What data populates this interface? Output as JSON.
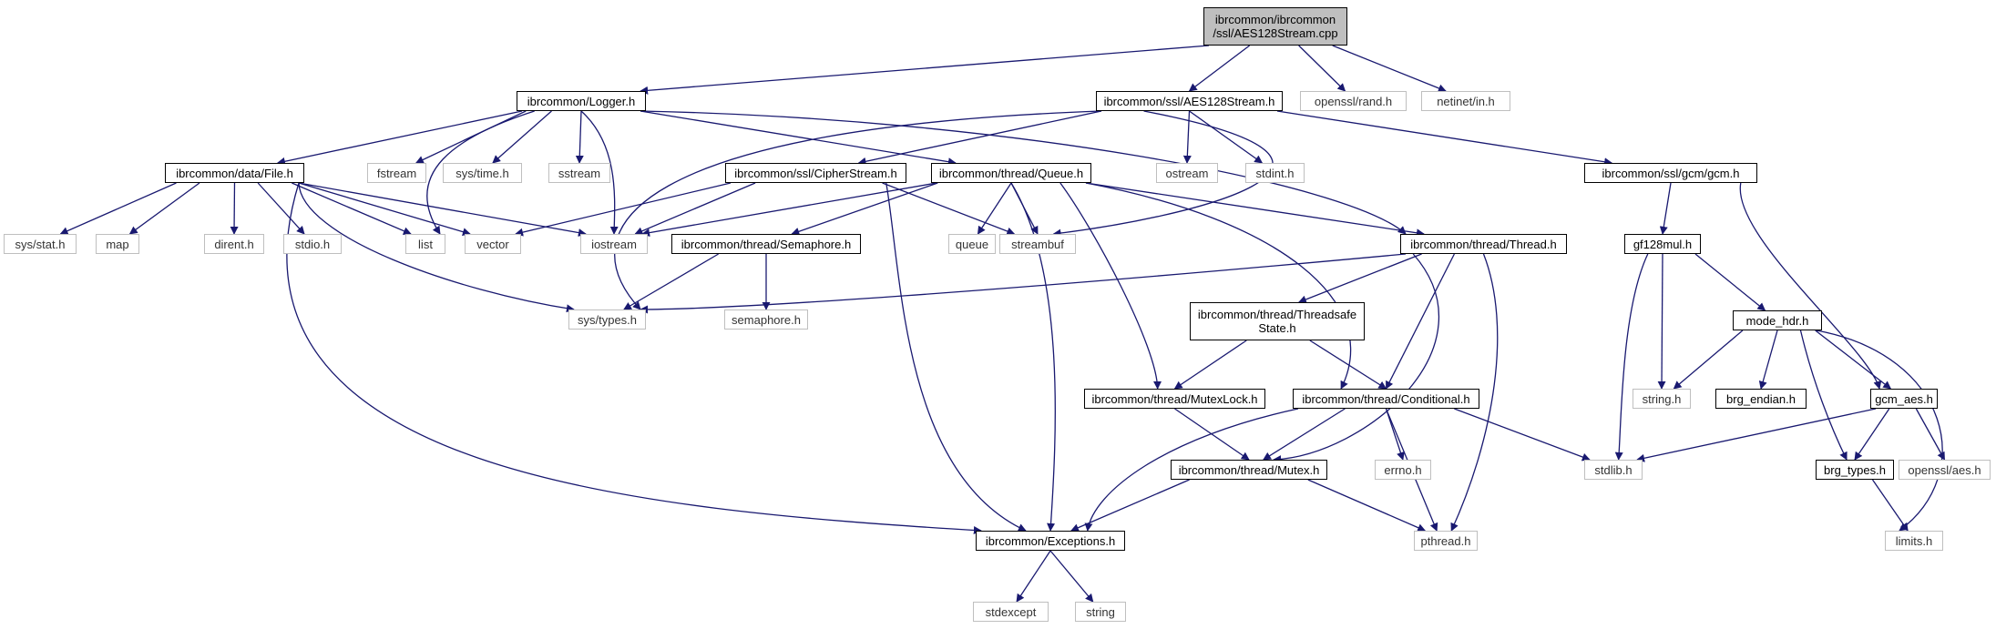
{
  "colors": {
    "edge": "#191970",
    "root_fill": "#bfbfbf",
    "system_border": "#bfbfbf",
    "node_border": "#000000"
  },
  "nodes": {
    "root": "ibrcommon/ibrcommon\n/ssl/AES128Stream.cpp",
    "logger_h": "ibrcommon/Logger.h",
    "aes128stream_h": "ibrcommon/ssl/AES128Stream.h",
    "openssl_rand_h": "openssl/rand.h",
    "netinet_in_h": "netinet/in.h",
    "file_h": "ibrcommon/data/File.h",
    "fstream": "fstream",
    "sys_time_h": "sys/time.h",
    "sstream": "sstream",
    "cipherstream_h": "ibrcommon/ssl/CipherStream.h",
    "queue_h": "ibrcommon/thread/Queue.h",
    "ostream": "ostream",
    "stdint_h": "stdint.h",
    "gcm_h": "ibrcommon/ssl/gcm/gcm.h",
    "sys_stat_h": "sys/stat.h",
    "map": "map",
    "dirent_h": "dirent.h",
    "stdio_h": "stdio.h",
    "list": "list",
    "vector": "vector",
    "iostream": "iostream",
    "semaphore_h": "ibrcommon/thread/Semaphore.h",
    "queue": "queue",
    "streambuf": "streambuf",
    "thread_h": "ibrcommon/thread/Thread.h",
    "gf128mul_h": "gf128mul.h",
    "sys_types_h": "sys/types.h",
    "semaphore_sys_h": "semaphore.h",
    "threadsafe_h": "ibrcommon/thread/Threadsafe\nState.h",
    "mode_hdr_h": "mode_hdr.h",
    "mutexlock_h": "ibrcommon/thread/MutexLock.h",
    "conditional_h": "ibrcommon/thread/Conditional.h",
    "string_h": "string.h",
    "brg_endian_h": "brg_endian.h",
    "gcm_aes_h": "gcm_aes.h",
    "mutex_h": "ibrcommon/thread/Mutex.h",
    "errno_h": "errno.h",
    "stdlib_h": "stdlib.h",
    "brg_types_h": "brg_types.h",
    "openssl_aes_h": "openssl/aes.h",
    "exceptions_h": "ibrcommon/Exceptions.h",
    "pthread_h": "pthread.h",
    "limits_h": "limits.h",
    "stdexcept": "stdexcept",
    "string": "string"
  }
}
